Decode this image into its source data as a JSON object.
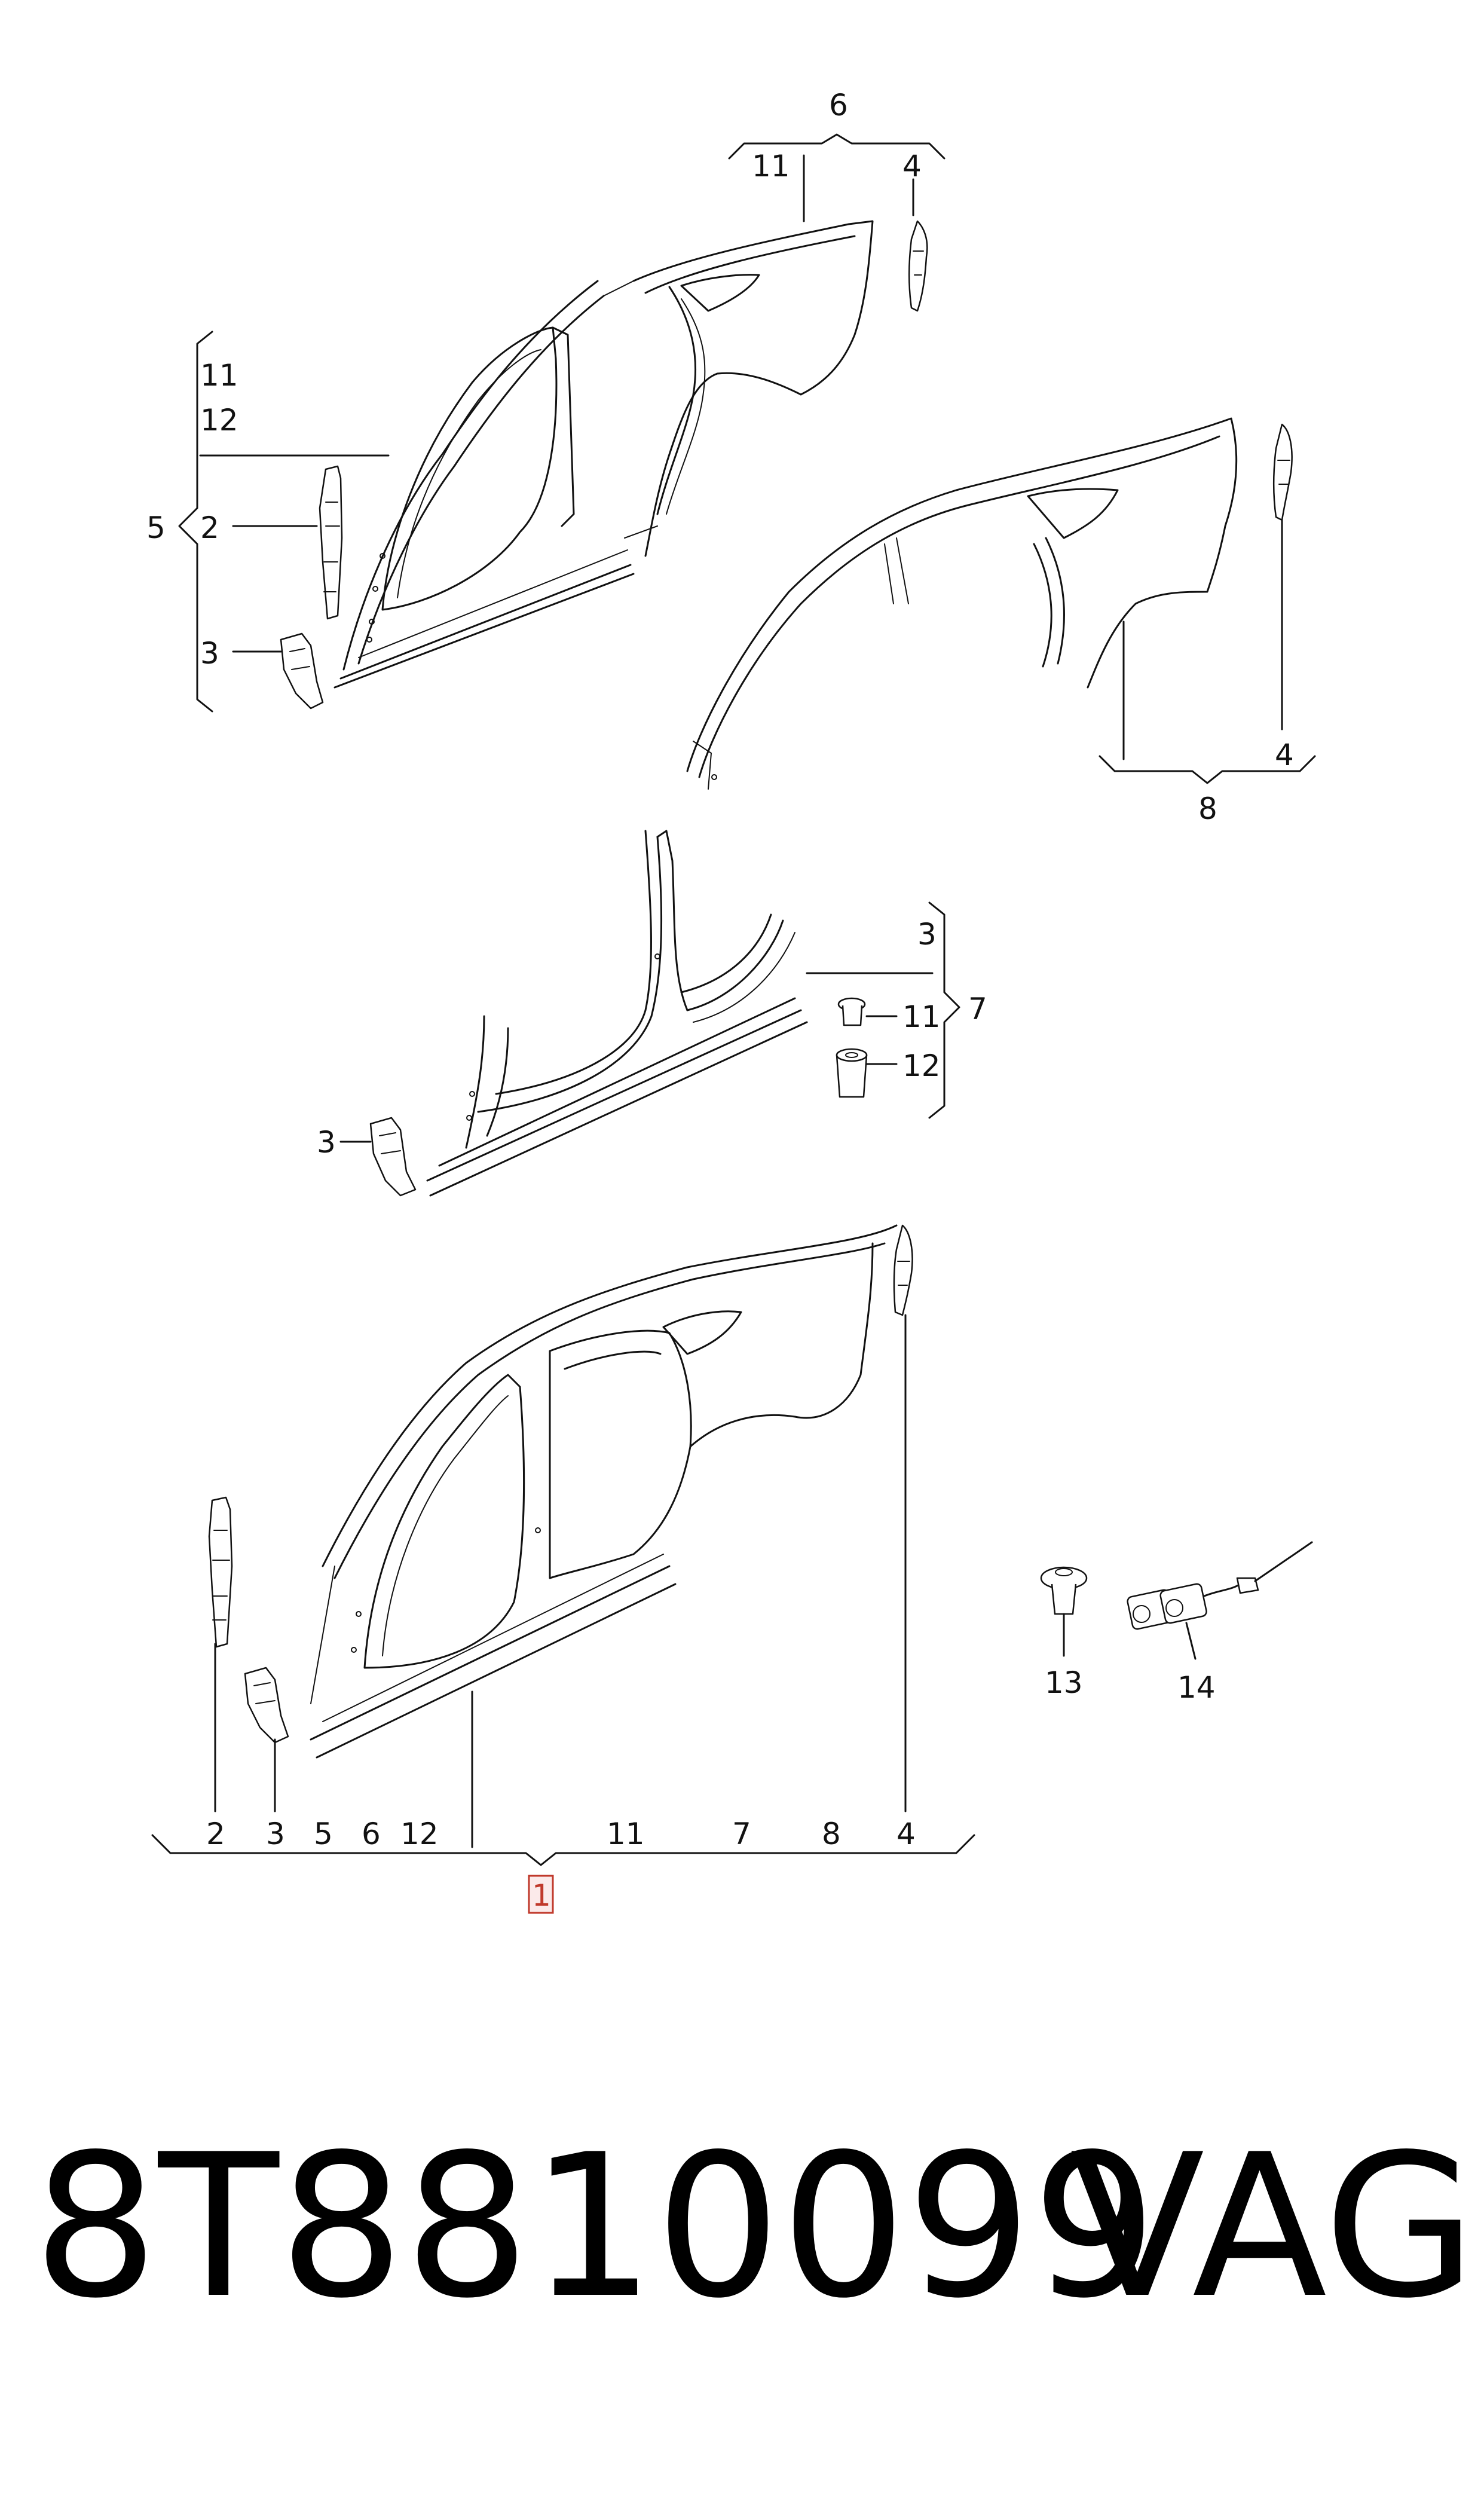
{
  "callouts": {
    "c1": "1",
    "c2": "2",
    "c3": "3",
    "c4": "4",
    "c5": "5",
    "c6": "6",
    "c7": "7",
    "c8": "8",
    "c11": "11",
    "c12": "12",
    "c13": "13",
    "c14": "14"
  },
  "highlight_color": "#c0392b",
  "footer": {
    "part_number": "8T8810099",
    "brand": "VAG"
  }
}
